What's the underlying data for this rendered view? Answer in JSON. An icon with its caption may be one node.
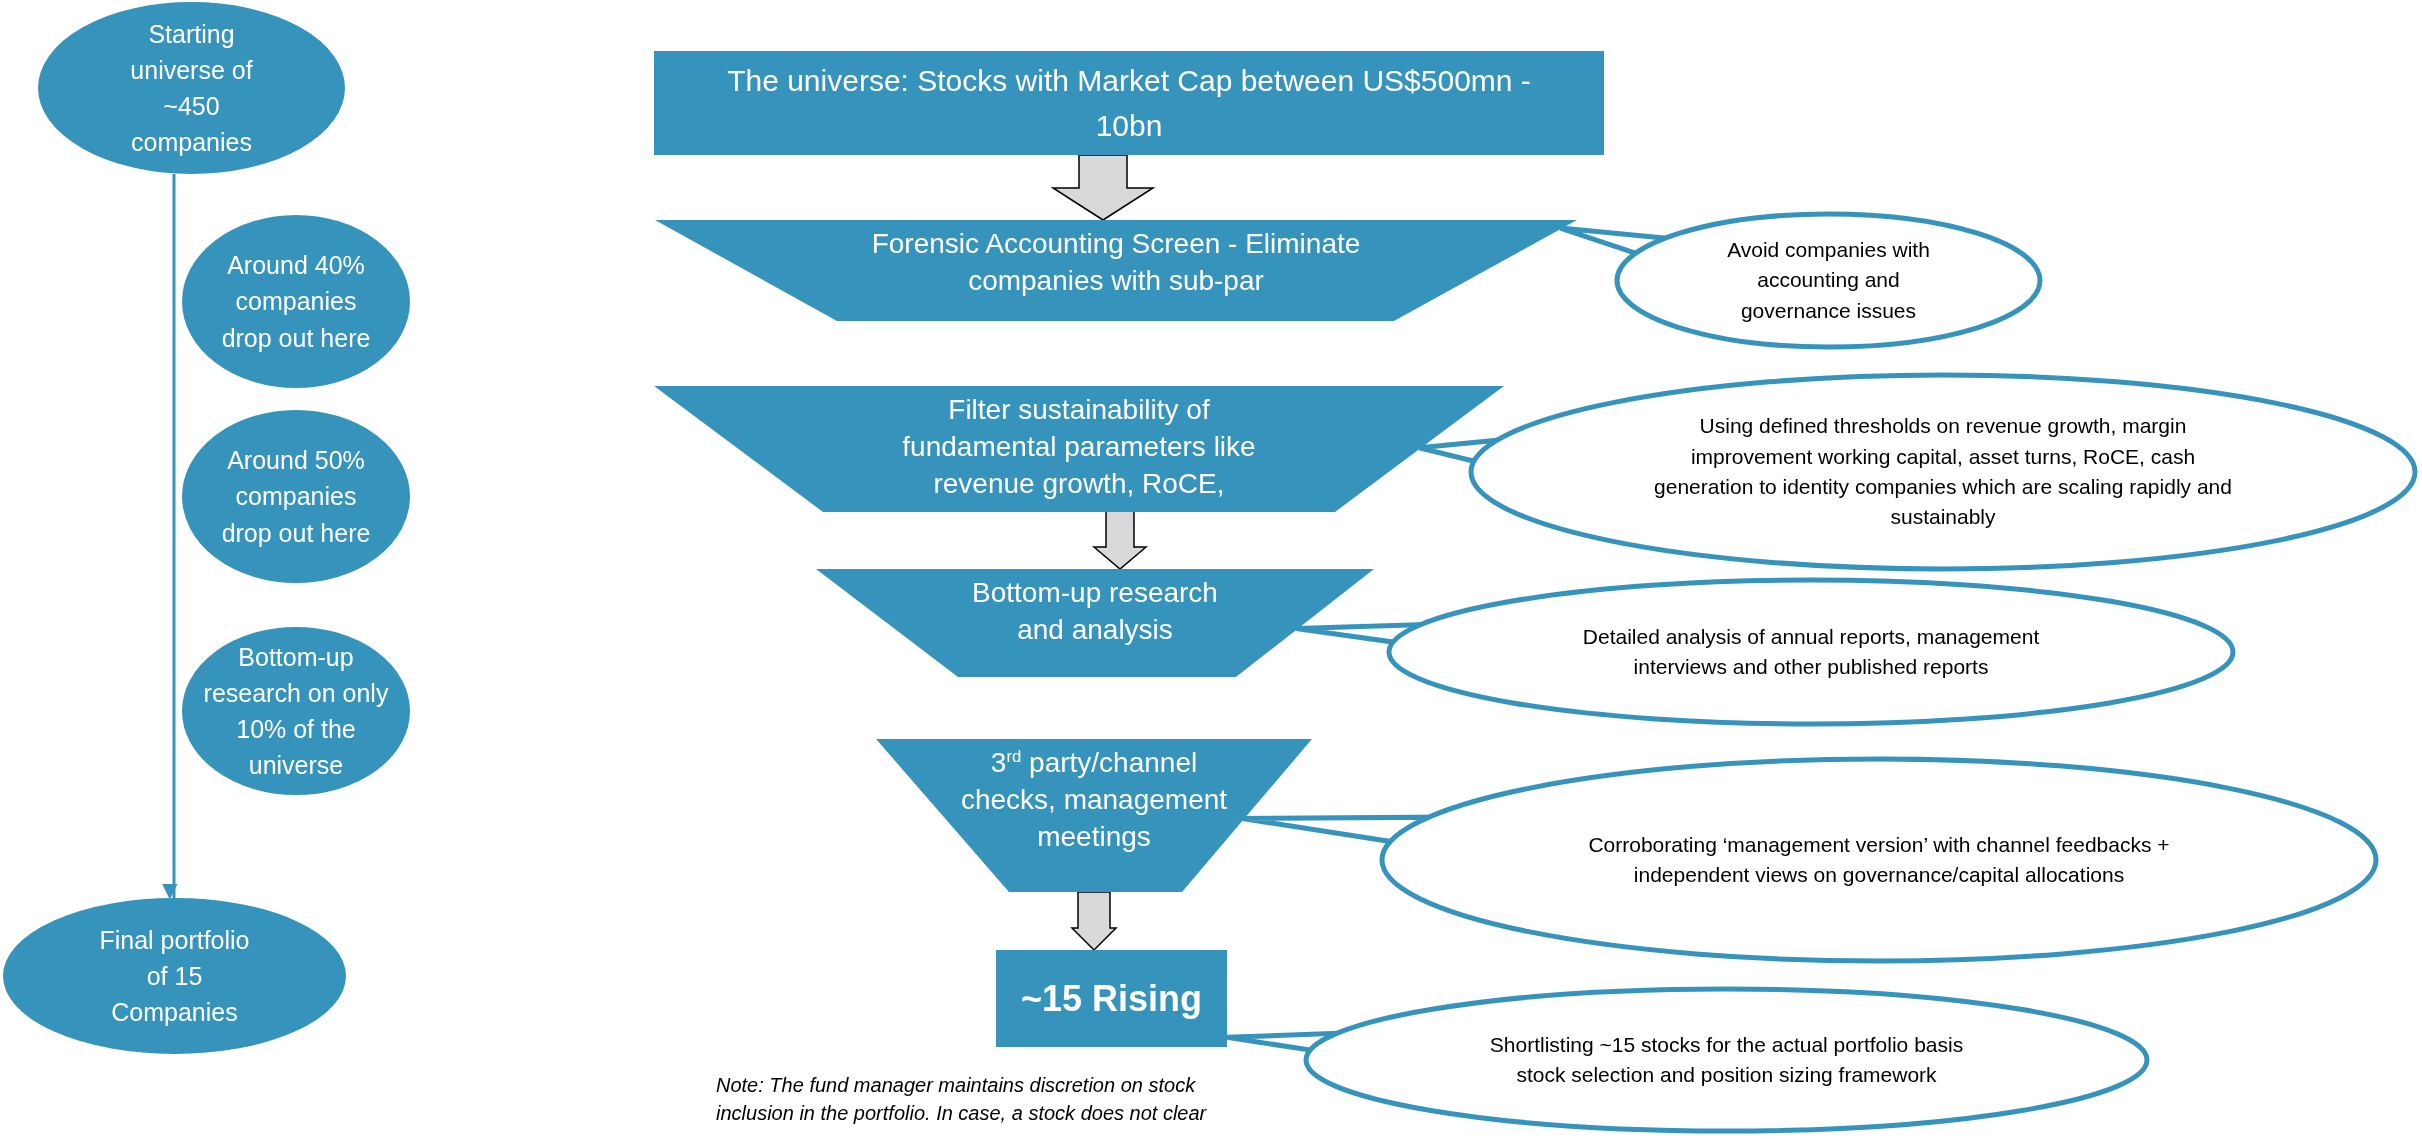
{
  "diagram": {
    "nodes": [
      {
        "text": [
          "Starting universe of ~450 companies"
        ]
      },
      {
        "text": [
          "Around 40% companies drop out here"
        ]
      },
      {
        "text": [
          "Around 50% companies drop out here"
        ]
      },
      {
        "text": [
          "Bottom-up research on only 10% of the universe"
        ]
      },
      {
        "text": [
          "Final portfolio of 15 Companies"
        ]
      },
      {
        "text": [
          "The universe: Stocks with Market Cap between US$500mn - 10bn"
        ]
      },
      {
        "text": [
          "Forensic Accounting Screen - Eliminate companies with sub-par"
        ]
      },
      {
        "text": [
          "Filter sustainability of fundamental parameters like revenue growth, RoCE,"
        ]
      },
      {
        "text": [
          "Bottom-up  research and analysis"
        ]
      },
      {
        "text": [
          "3$^{rd}$ party/channel checks, management meetings"
        ]
      },
      {
        "text": [
          "~15 Rising"
        ]
      },
      {
        "text": [
          "Avoid companies with accounting and governance issues"
        ]
      },
      {
        "text": [
          "Using defined thresholds on revenue growth, margin improvement working capital, asset turns, RoCE, cash generation to identity companies which are scaling rapidly and sustainably"
        ]
      },
      {
        "text": [
          "Detailed analysis of annual reports, management interviews and other published reports"
        ]
      },
      {
        "text": [
          "Corroborating ‘management version’ with channel feedbacks + independent views on governance/capital allocations"
        ]
      },
      {
        "text": [
          "Shortlisting ~15 stocks for the actual portfolio basis stock selection and position sizing framework"
        ]
      }
    ],
    "edges": [
      {
        "from": 0,
        "to": 4,
        "arrow": "to"
      },
      {
        "from": 5,
        "to": 6,
        "arrow": "to",
        "style": "thick",
        "color": "#d9d9d9"
      },
      {
        "from": 7,
        "to": 8,
        "arrow": "to",
        "style": "thick",
        "color": "#d9d9d9"
      },
      {
        "from": 9,
        "to": 10,
        "arrow": "to",
        "style": "thick",
        "color": "#d9d9d9"
      },
      {
        "from": 6,
        "to": 11,
        "arrow": "none"
      },
      {
        "from": 7,
        "to": 12,
        "arrow": "none"
      },
      {
        "from": 8,
        "to": 13,
        "arrow": "none"
      },
      {
        "from": 9,
        "to": 14,
        "arrow": "none"
      },
      {
        "from": 10,
        "to": 15,
        "arrow": "none"
      }
    ],
    "labels": [
      "Note: The fund manager maintains discretion on stock inclusion in the portfolio. In case, a stock does not clear"
    ]
  }
}
